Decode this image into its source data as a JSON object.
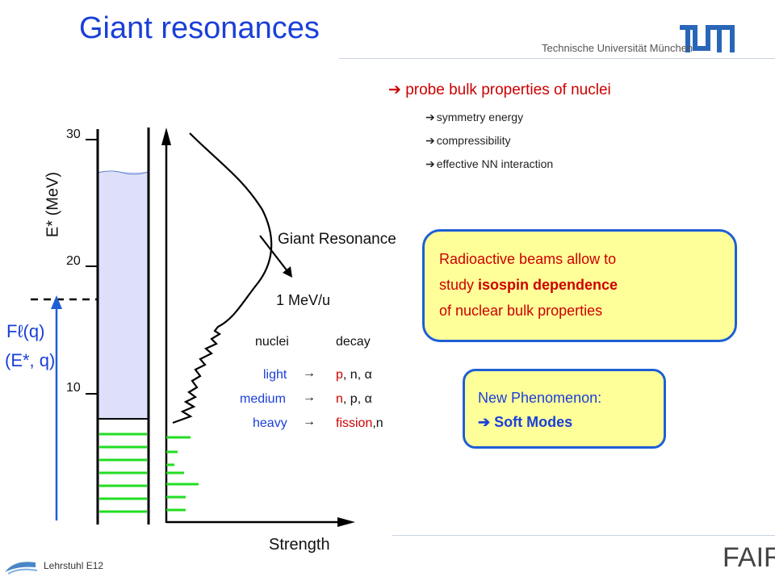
{
  "title": "Giant resonances",
  "university": "Technische Universität München",
  "bullets": {
    "main": "probe bulk properties of nuclei",
    "arrow": "➔",
    "subs": [
      "symmetry energy",
      "compressibility",
      "effective NN interaction"
    ]
  },
  "box1": {
    "line1": "Radioactive beams allow to",
    "line2_pre": "study ",
    "line2_bold": "isospin dependence",
    "line3": "of nuclear bulk properties"
  },
  "box2": {
    "line1": "New Phenomenon:",
    "line2": "Soft Modes"
  },
  "diagram": {
    "y_axis_label": "E* (MeV)",
    "ticks": [
      "30",
      "20",
      "10"
    ],
    "form_factor_1": "Fℓ(q)",
    "form_factor_2": "(E*, q)",
    "gr_label": "Giant Resonance",
    "beam_label": "1 MeV/u",
    "x_axis_label": "Strength",
    "table_headers": [
      "nuclei",
      "decay"
    ],
    "table_rows": [
      {
        "nuclei": "light",
        "arrow": "→",
        "decay_red": "p",
        "decay_black": ", n, α"
      },
      {
        "nuclei": "medium",
        "arrow": "→",
        "decay_red": "n",
        "decay_black": ", p, α"
      },
      {
        "nuclei": "heavy",
        "arrow": "→",
        "decay_red": "fission",
        "decay_black": ",n"
      }
    ]
  },
  "footer": {
    "chair": "Lehrstuhl E12",
    "fair": "FAIR"
  },
  "colors": {
    "title_blue": "#1a3fd8",
    "red": "#cc0000",
    "box_fill": "#ffff99",
    "box_border": "#1e5fd6",
    "well_fill": "#dde0f8",
    "green_levels": "#22dd22"
  }
}
